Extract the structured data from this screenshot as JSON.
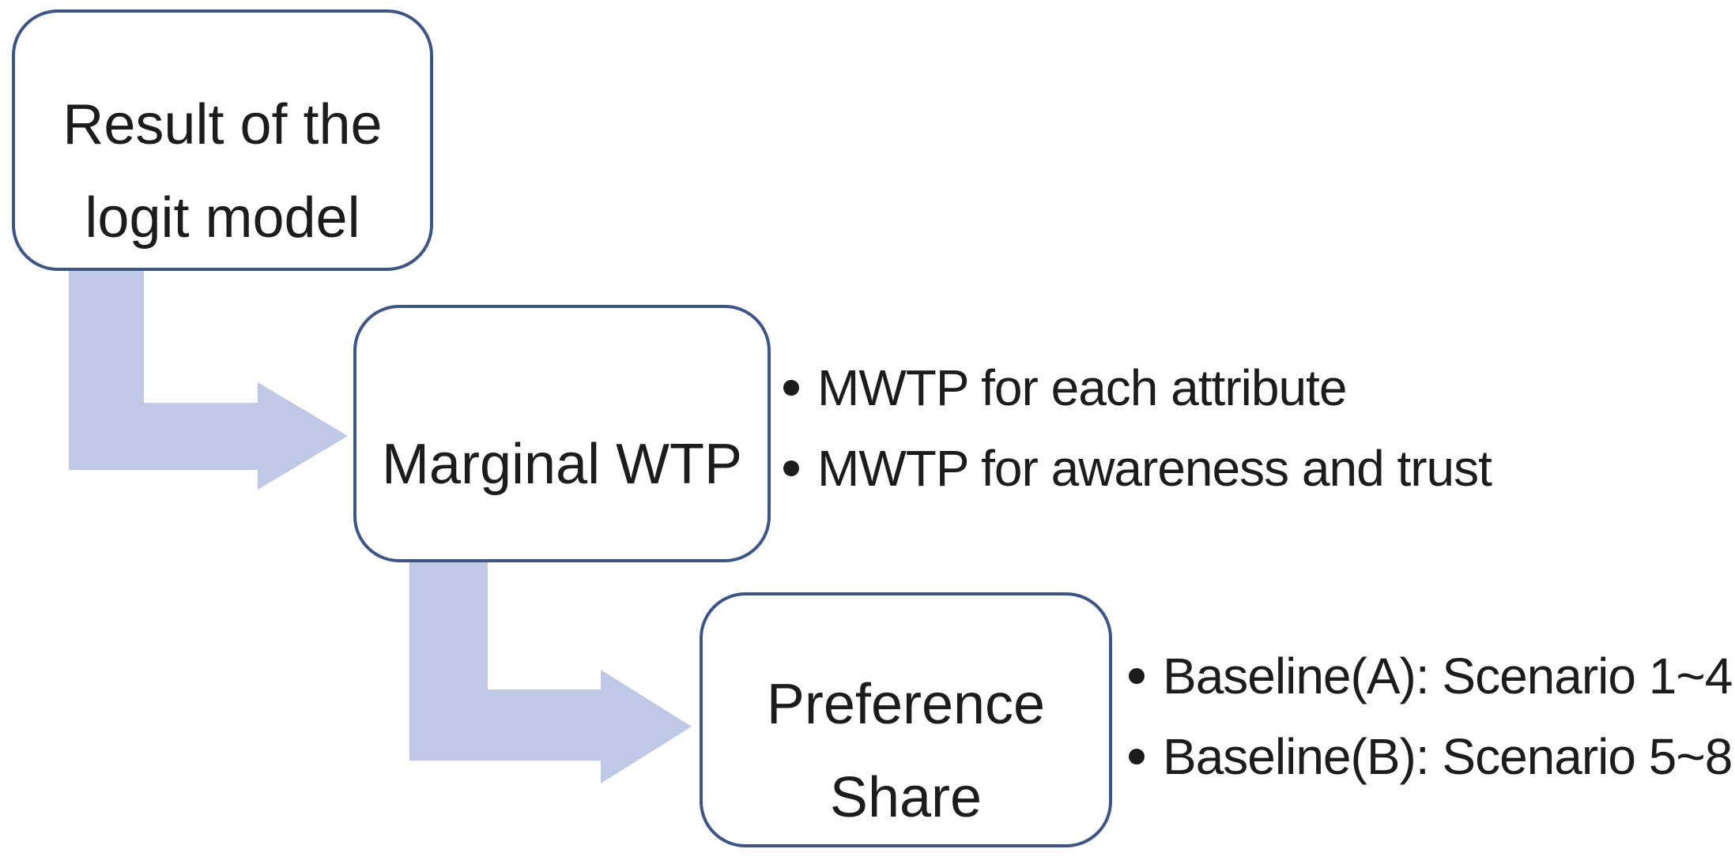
{
  "diagram": {
    "background_color": "#ffffff",
    "box_border_color": "#3e5584",
    "box_fill_color": "#ffffff",
    "arrow_color": "#bfc9e5",
    "text_color": "#1c1c1c",
    "boxes": [
      {
        "id": "result-of-the-logit-model",
        "lines": [
          "Result of the",
          "logit model"
        ],
        "bullets": []
      },
      {
        "id": "marginal-wtp",
        "lines": [
          "Marginal WTP"
        ],
        "bullets": [
          "MWTP for each attribute",
          "MWTP for awareness and trust"
        ]
      },
      {
        "id": "preference-share",
        "lines": [
          "Preference",
          "Share"
        ],
        "bullets": [
          "Baseline(A): Scenario 1~4",
          "Baseline(B): Scenario 5~8"
        ]
      }
    ]
  }
}
